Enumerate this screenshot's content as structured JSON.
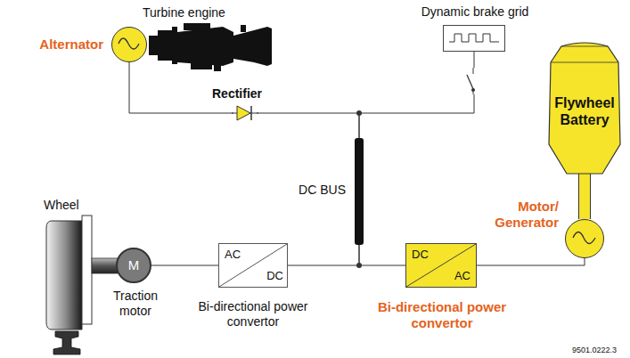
{
  "diagram": {
    "nodes": [
      {
        "text": [
          "Alternator"
        ]
      },
      {
        "text": [
          "Dynamic brake grid"
        ]
      },
      {
        "text": [
          "Flywheel Battery"
        ]
      },
      {
        "text": [
          "DC BUS"
        ]
      },
      {
        "text": [
          "Motor/ Generator"
        ]
      },
      {
        "text": [
          "M",
          "Traction motor"
        ]
      },
      {
        "text": [
          "AC",
          "DC",
          "Bi-directional power convertor"
        ]
      },
      {
        "text": [
          "DC",
          "AC",
          "Bi-directional power convertor"
        ]
      }
    ],
    "edges": [
      {
        "from": 0,
        "to": 3,
        "arrow": "none"
      },
      {
        "from": 1,
        "to": 3,
        "arrow": "none"
      },
      {
        "from": 3,
        "to": 7,
        "arrow": "none"
      },
      {
        "from": 7,
        "to": 4,
        "arrow": "none"
      },
      {
        "from": 4,
        "to": 2,
        "arrow": "none"
      },
      {
        "from": 3,
        "to": 6,
        "arrow": "none"
      },
      {
        "from": 6,
        "to": 5,
        "arrow": "none"
      }
    ],
    "labels": [
      "Turbine engine",
      "Rectifier",
      "Wheel",
      "9501.0222.3"
    ]
  }
}
